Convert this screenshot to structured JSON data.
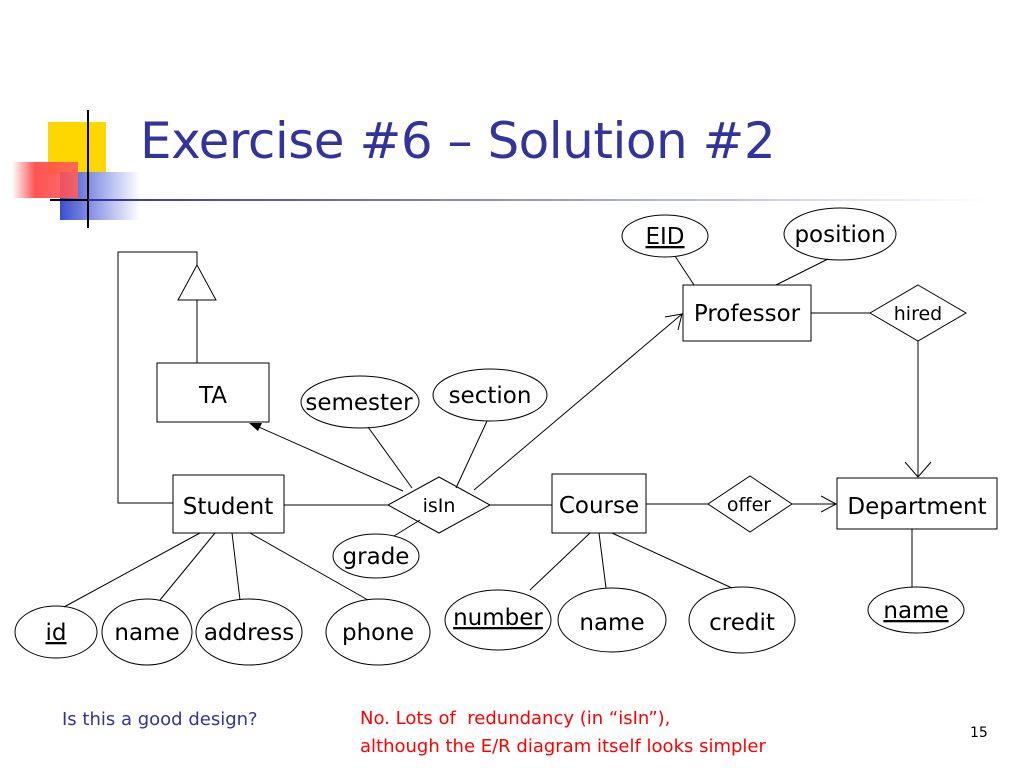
{
  "slide": {
    "title": "Exercise #6 – Solution #2",
    "question": "Is this a good design?",
    "answer_line1": "No. Lots of  redundancy (in “isIn”),",
    "answer_line2": "although the E/R diagram itself looks simpler",
    "page_number": "15"
  },
  "colors": {
    "title": "#333399",
    "answer": "#ff0000",
    "question": "#333399",
    "deco_yellow": "#ffd700",
    "deco_blue": "#4b5bd6",
    "deco_red": "#ff3030"
  },
  "diagram": {
    "entities": {
      "professor": "Professor",
      "ta": "TA",
      "student": "Student",
      "course": "Course",
      "department": "Department"
    },
    "relationships": {
      "hired": "hired",
      "isin": "isIn",
      "offer": "offer"
    },
    "attributes": {
      "eid": "EID",
      "position": "position",
      "semester": "semester",
      "section": "section",
      "grade": "grade",
      "student_id": "id",
      "student_name": "name",
      "student_address": "address",
      "student_phone": "phone",
      "course_number": "number",
      "course_name": "name",
      "course_credit": "credit",
      "department_name": "name"
    }
  }
}
